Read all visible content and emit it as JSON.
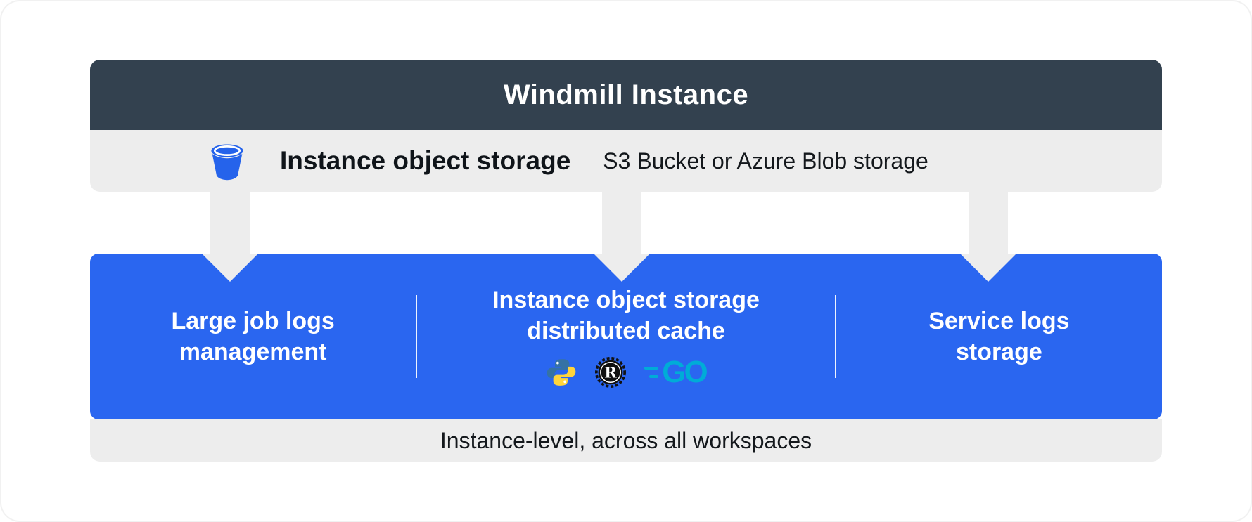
{
  "header": {
    "title": "Windmill Instance"
  },
  "storage_bar": {
    "icon": "bucket-icon",
    "title": "Instance object storage",
    "subtitle": "S3 Bucket or Azure Blob storage"
  },
  "panel": {
    "sections": [
      {
        "label": "Large job logs\nmanagement"
      },
      {
        "label": "Instance object storage\ndistributed cache",
        "language_icons": [
          "python-icon",
          "rust-icon",
          "go-icon"
        ]
      },
      {
        "label": "Service logs\nstorage"
      }
    ]
  },
  "logos": {
    "rust_letter": "R",
    "go_text": "GO"
  },
  "footer": {
    "label": "Instance-level, across all workspaces"
  },
  "colors": {
    "header_bg": "#33414f",
    "panel_blue": "#2a66f0",
    "bar_gray": "#ededed",
    "bucket_blue": "#2563eb",
    "python_blue": "#3572a5",
    "python_yellow": "#ffd43b",
    "go_teal": "#00acd7"
  }
}
